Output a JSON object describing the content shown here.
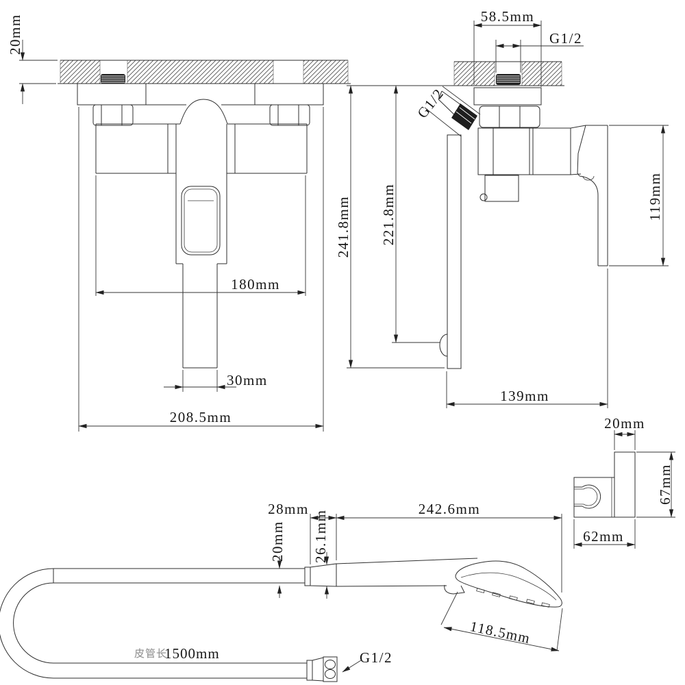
{
  "views": {
    "faucet_front": {
      "labels": {
        "wall_thickness": "20mm",
        "body_width": "180mm",
        "spout_width": "30mm",
        "overall_width": "208.5mm"
      }
    },
    "faucet_side": {
      "labels": {
        "flange_width": "58.5mm",
        "wall_thread": "G1/2",
        "eccentric_thread": "G1/2",
        "total_height": "241.8mm",
        "outlet_drop": "221.8mm",
        "handle_height": "119mm",
        "total_depth": "139mm"
      }
    },
    "wall_bracket": {
      "labels": {
        "plate_thickness": "20mm",
        "plate_height": "67mm",
        "bracket_depth": "62mm"
      }
    },
    "hand_shower": {
      "labels": {
        "connector_length": "28mm",
        "hose_end_diameter": "20mm",
        "connector_diameter": "26.1mm",
        "body_length": "242.6mm",
        "head_length": "118.5mm"
      }
    },
    "hose": {
      "labels": {
        "length_caption": "皮管长",
        "length": "1500mm",
        "fitting_thread": "G1/2"
      }
    }
  }
}
